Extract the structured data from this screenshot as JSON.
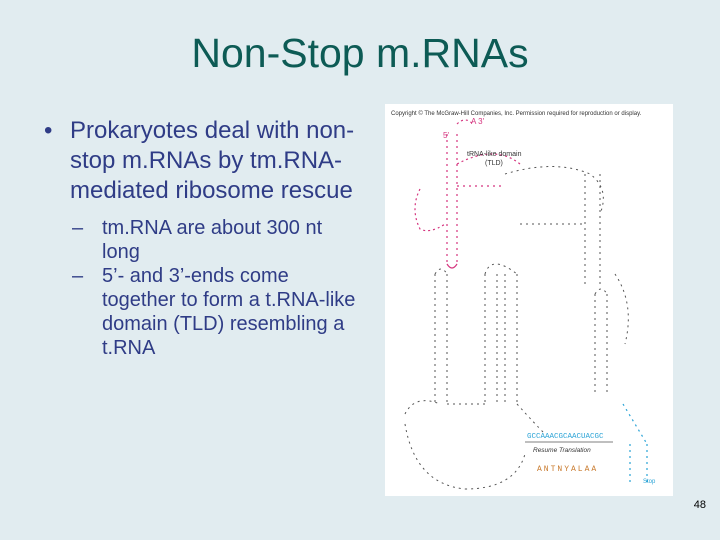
{
  "slide": {
    "title": "Non-Stop m.RNAs",
    "bullet_main": "Prokaryotes deal with non-stop m.RNAs by tm.RNA-mediated ribosome rescue",
    "sub_bullets": [
      "tm.RNA are about 300 nt long",
      "5’- and 3’-ends come together to form a t.RNA-like domain (TLD) resembling a t.RNA"
    ],
    "page_number": "48"
  },
  "figure": {
    "copyright": "Copyright © The McGraw-Hill Companies, Inc. Permission required for reproduction or display.",
    "five_prime": "5'",
    "three_prime": "A 3'",
    "tld_label_line1": "tRNA-like domain",
    "tld_label_line2": "(TLD)",
    "resume_sequence": "GCCAAACGCAACUACGC",
    "resume_label": "Resume Translation",
    "peptide_tag": "ANTNYALAA",
    "stop_label": "Stop",
    "colors": {
      "tld": "#d5357f",
      "resume": "#2aa3d6",
      "peptide": "#c8782a",
      "structure": "#555555"
    }
  }
}
